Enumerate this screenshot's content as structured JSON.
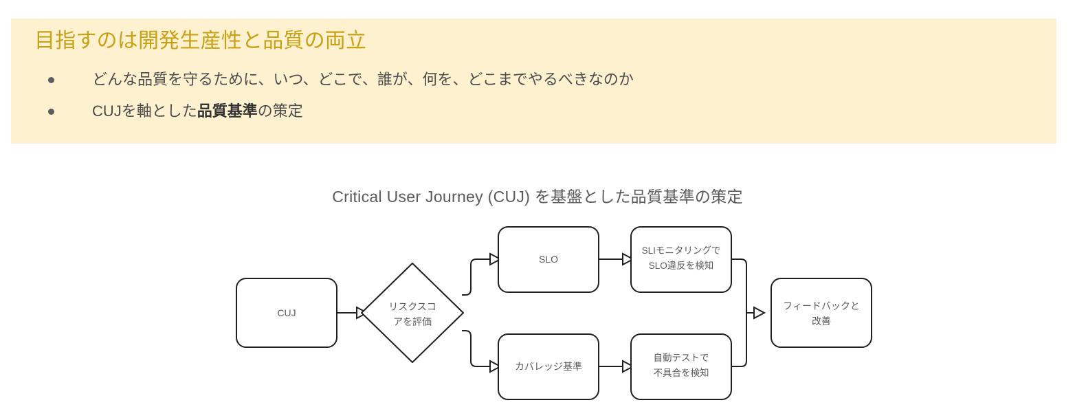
{
  "callout": {
    "heading": "目指すのは開発生産性と品質の両立",
    "bullets": [
      {
        "text": "どんな品質を守るために、いつ、どこで、誰が、何を、どこまでやるべきなのか"
      },
      {
        "prefix": "CUJを軸とした",
        "strong": "品質基準",
        "suffix": "の策定"
      }
    ],
    "background_color": "#fdf1cf",
    "heading_color": "#c9a117"
  },
  "diagram": {
    "title": "Critical User Journey (CUJ) を基盤とした品質基準の策定",
    "type": "flowchart",
    "nodes": [
      {
        "id": "cuj",
        "shape": "rounded-rect",
        "label": "CUJ"
      },
      {
        "id": "risk",
        "shape": "diamond",
        "label_line1": "リスクスコ",
        "label_line2": "アを評価"
      },
      {
        "id": "slo",
        "shape": "rounded-rect",
        "label": "SLO"
      },
      {
        "id": "sli",
        "shape": "rounded-rect",
        "label_line1": "SLIモニタリングで",
        "label_line2": "SLO違反を検知"
      },
      {
        "id": "coverage",
        "shape": "rounded-rect",
        "label": "カバレッジ基準"
      },
      {
        "id": "autotest",
        "shape": "rounded-rect",
        "label_line1": "自動テストで",
        "label_line2": "不具合を検知"
      },
      {
        "id": "feedback",
        "shape": "rounded-rect",
        "label_line1": "フィードバックと",
        "label_line2": "改善"
      }
    ],
    "edges": [
      {
        "from": "cuj",
        "to": "risk"
      },
      {
        "from": "risk",
        "to": "slo"
      },
      {
        "from": "risk",
        "to": "coverage"
      },
      {
        "from": "slo",
        "to": "sli"
      },
      {
        "from": "coverage",
        "to": "autotest"
      },
      {
        "from": "sli",
        "to": "feedback"
      },
      {
        "from": "autotest",
        "to": "feedback"
      }
    ],
    "stroke_color": "#1f1f1f",
    "node_fill": "#ffffff",
    "label_color": "#5a5a5a"
  }
}
